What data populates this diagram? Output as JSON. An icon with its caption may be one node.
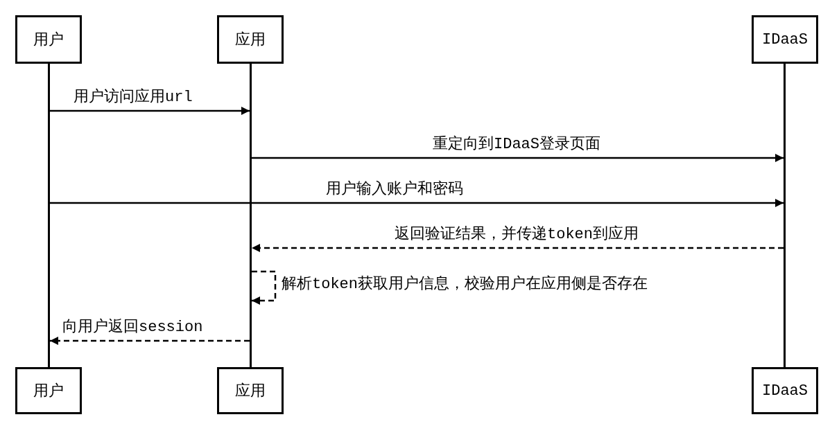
{
  "diagram": {
    "nodes": [
      {
        "text": [
          "用户"
        ]
      },
      {
        "text": [
          "应用"
        ]
      },
      {
        "text": [
          "IDaaS"
        ]
      },
      {
        "text": [],
        "shape": "bar"
      },
      {
        "text": [],
        "shape": "bar"
      },
      {
        "text": [],
        "shape": "bar"
      },
      {
        "text": [
          "用户"
        ]
      },
      {
        "text": [
          "应用"
        ]
      },
      {
        "text": [
          "IDaaS"
        ]
      }
    ],
    "edges": [
      {
        "from": 3,
        "to": 4,
        "arrow": "to",
        "label": "用户访问应用url"
      },
      {
        "from": 4,
        "to": 5,
        "arrow": "to",
        "label": "重定向到IDaaS登录页面"
      },
      {
        "from": 3,
        "to": 5,
        "arrow": "to",
        "label": "用户输入账户和密码"
      },
      {
        "from": 5,
        "to": 4,
        "arrow": "to",
        "label": "返回验证结果，并传递token到应用",
        "style": "dashed"
      },
      {
        "from": 4,
        "to": 4,
        "arrow": "to",
        "label": "解析token获取用户信息，校验用户在应用侧是否存在",
        "style": "dashed"
      },
      {
        "from": 4,
        "to": 3,
        "arrow": "to",
        "label": "向用户返回session",
        "style": "dashed"
      }
    ]
  }
}
